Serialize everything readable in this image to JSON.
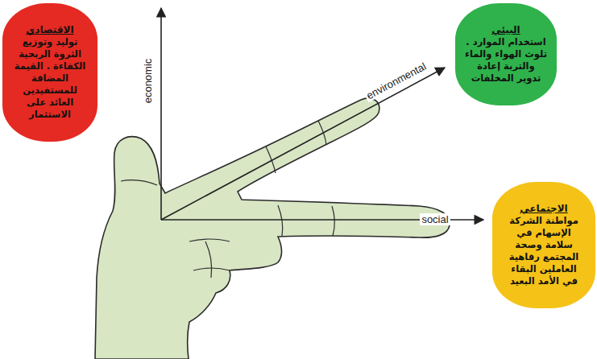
{
  "diagram": {
    "nodes": [
      {
        "text": [
          "الاقتصادي",
          "توليد وتوزيع الثروة الربحية الكفاءة . القيمة المضافة للمستفيدين العائد على الاستثمار"
        ]
      },
      {
        "text": [
          "البيئي",
          "استخدام الموارد . تلوث الهواء والماء والتربة إعادة تدوير المخلفات"
        ]
      },
      {
        "text": [
          "الاجتماعي",
          "مواطنة الشركة الإسهام في سلامة وصحة المجتمع رفاهية العاملين البقاء في الأمد البعيد"
        ]
      }
    ],
    "labels": [
      "economic",
      "environmental",
      "social"
    ]
  }
}
